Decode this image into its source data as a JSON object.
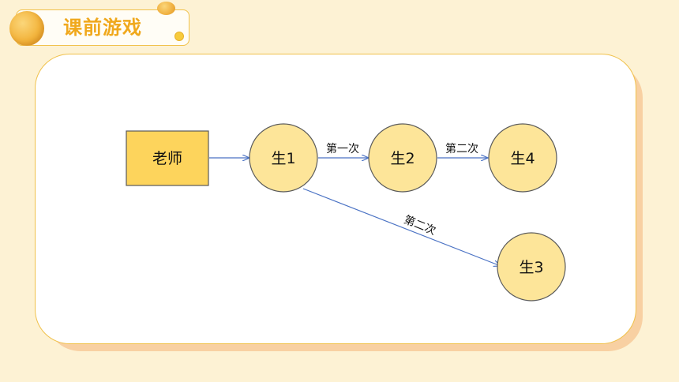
{
  "header": {
    "title": "课前游戏"
  },
  "diagram": {
    "nodes": {
      "teacher": {
        "label": "老师"
      },
      "s1": {
        "label": "生1"
      },
      "s2": {
        "label": "生2"
      },
      "s4": {
        "label": "生4"
      },
      "s3": {
        "label": "生3"
      }
    },
    "edges": {
      "s1_s2": {
        "label": "第一次"
      },
      "s2_s4": {
        "label": "第二次"
      },
      "s1_s3": {
        "label": "第二次"
      }
    }
  },
  "colors": {
    "background": "#fdf2d4",
    "accent": "#f0a81c",
    "node_fill": "#fde599",
    "node_stroke": "#5a5a5a",
    "teacher_fill": "#fdd45c",
    "arrow": "#4a72c4"
  }
}
